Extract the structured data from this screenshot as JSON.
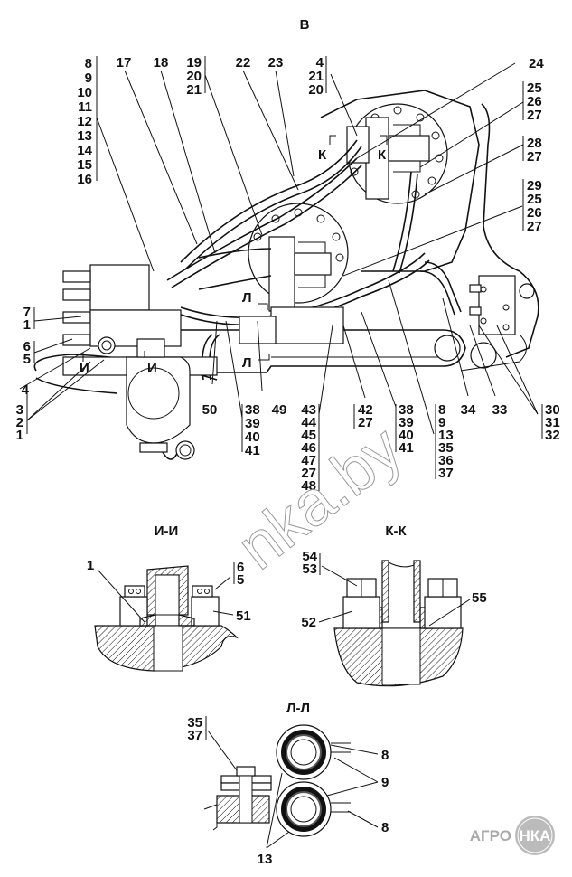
{
  "view_title": "В",
  "section_titles": {
    "ii": "И-И",
    "kk": "К-К",
    "ll": "Л-Л"
  },
  "section_markers": {
    "i": "И",
    "k": "К",
    "l": "Л"
  },
  "main_callouts": {
    "top_left_stack": [
      "8",
      "9",
      "10",
      "11",
      "12",
      "13",
      "14",
      "15",
      "16"
    ],
    "c17": "17",
    "c18": "18",
    "stack_19_21": [
      "19",
      "20",
      "21"
    ],
    "c22": "22",
    "c23": "23",
    "stack_4_21_20": [
      "4",
      "21",
      "20"
    ],
    "c24": "24",
    "stack_25_27": [
      "25",
      "26",
      "27"
    ],
    "stack_28_27": [
      "28",
      "27"
    ],
    "stack_29_27": [
      "29",
      "25",
      "26",
      "27"
    ],
    "stack_7_1": [
      "7",
      "1"
    ],
    "stack_6_5": [
      "6",
      "5"
    ],
    "c4": "4",
    "stack_3_1": [
      "3",
      "2",
      "1"
    ],
    "c50": "50",
    "stack_38_41a": [
      "38",
      "39",
      "40",
      "41"
    ],
    "c49": "49",
    "stack_43_48": [
      "43",
      "44",
      "45",
      "46",
      "47",
      "27",
      "48"
    ],
    "stack_42_27": [
      "42",
      "27"
    ],
    "stack_38_41b": [
      "38",
      "39",
      "40",
      "41"
    ],
    "stack_8_37": [
      "8",
      "9",
      "13",
      "35",
      "36",
      "37"
    ],
    "c34": "34",
    "c33": "33",
    "stack_30_32": [
      "30",
      "31",
      "32"
    ]
  },
  "ii_callouts": {
    "c1": "1",
    "stack_6_5": [
      "6",
      "5"
    ],
    "c51": "51"
  },
  "kk_callouts": {
    "stack_54_53": [
      "54",
      "53"
    ],
    "c52": "52",
    "c55": "55"
  },
  "ll_callouts": {
    "stack_35_37": [
      "35",
      "37"
    ],
    "c8a": "8",
    "c9": "9",
    "c8b": "8",
    "c13": "13"
  },
  "watermark": "nka.by",
  "logo": {
    "left": "АГРО",
    "right": "НКА"
  }
}
